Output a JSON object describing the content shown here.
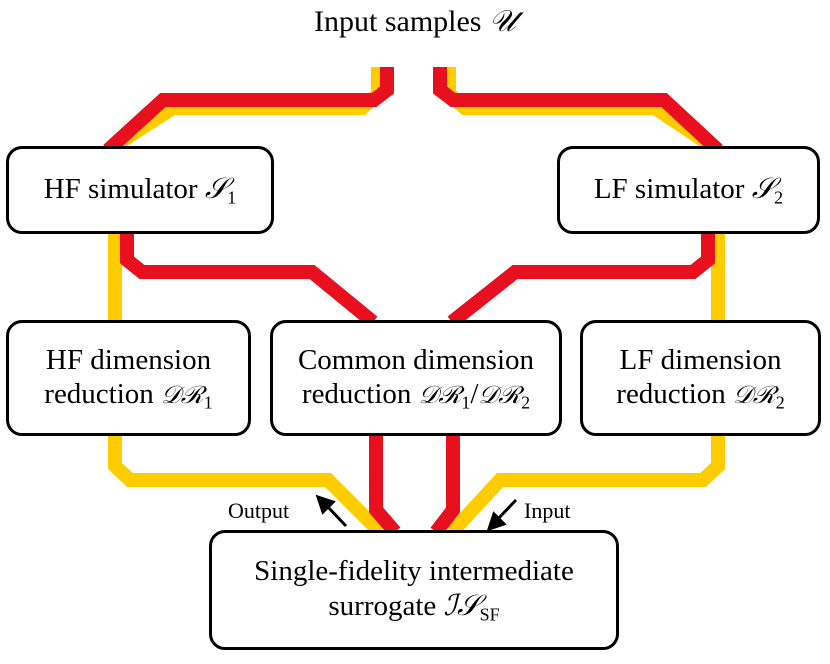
{
  "title": {
    "text": "Input samples",
    "symbol": "𝒰"
  },
  "nodes": {
    "hf_simulator": {
      "text": "HF simulator",
      "symbol": "𝒮",
      "sub": "1"
    },
    "lf_simulator": {
      "text": "LF simulator",
      "symbol": "𝒮",
      "sub": "2"
    },
    "hf_dr": {
      "line1": "HF dimension",
      "line2": "reduction",
      "symbol": "𝒟ℛ",
      "sub": "1"
    },
    "common_dr": {
      "line1": "Common dimension",
      "line2": "reduction",
      "sym_a": "𝒟ℛ",
      "sub_a": "1",
      "slash": "/",
      "sym_b": "𝒟ℛ",
      "sub_b": "2"
    },
    "lf_dr": {
      "line1": "LF dimension",
      "line2": "reduction",
      "symbol": "𝒟ℛ",
      "sub": "2"
    },
    "surrogate": {
      "line1": "Single-fidelity intermediate",
      "line2": "surrogate",
      "symbol": "ℐ𝒮",
      "sub": "SF"
    }
  },
  "labels": {
    "output": "Output",
    "input": "Input"
  },
  "colors": {
    "yellow_path": "#FFCC00",
    "red_path": "#E8101E",
    "border": "#000000",
    "text": "#000000"
  }
}
